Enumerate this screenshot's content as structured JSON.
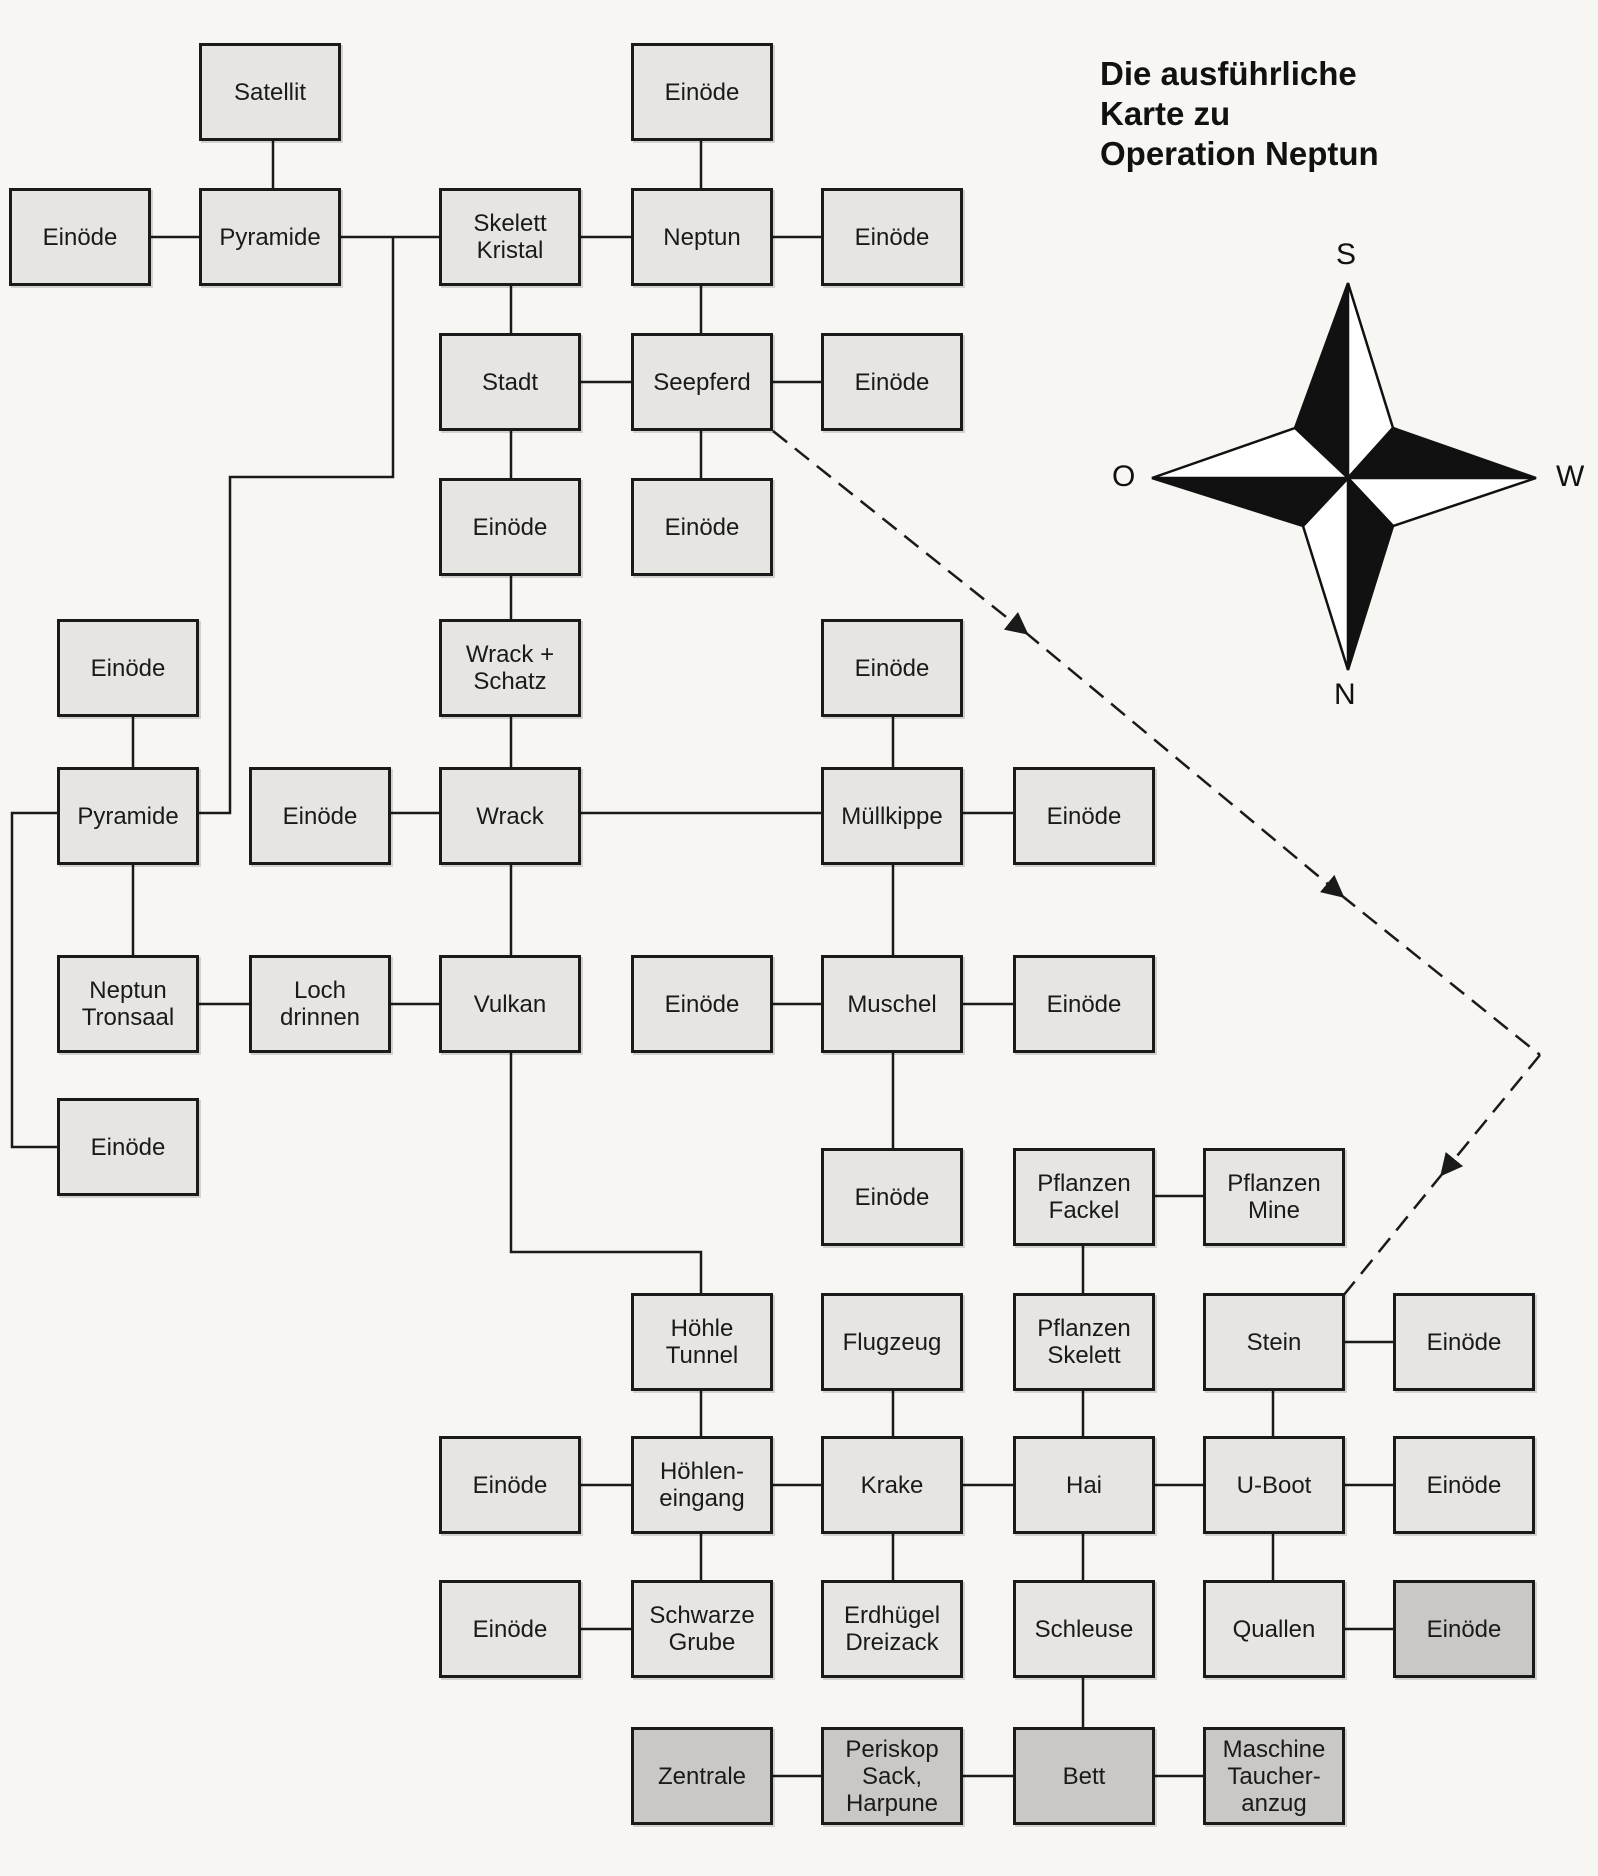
{
  "title": {
    "line1": "Die ausführliche",
    "line2": "Karte zu",
    "line3": "Operation Neptun"
  },
  "compass": {
    "top": "S",
    "left": "O",
    "right": "W",
    "bottom": "N"
  },
  "colors": {
    "line": "#1a1a1a",
    "box": "#e6e5e2",
    "box_dark": "#c9c8c5"
  },
  "rooms": {
    "satellit": "Satellit",
    "eino_top": "Einöde",
    "eino_left": "Einöde",
    "pyramide1": "Pyramide",
    "skelett_kristal": "Skelett\nKristal",
    "neptun": "Neptun",
    "eino_neptun_w": "Einöde",
    "stadt": "Stadt",
    "seepferd": "Seepferd",
    "eino_seepferd_w": "Einöde",
    "eino_stadt_s": "Einöde",
    "eino_seepferd_s": "Einöde",
    "wrack_schatz": "Wrack +\nSchatz",
    "eino_pyr2_top": "Einöde",
    "pyramide2": "Pyramide",
    "eino_wrack_o": "Einöde",
    "wrack": "Wrack",
    "eino_muell_top": "Einöde",
    "muellkippe": "Müllkippe",
    "eino_muell_w": "Einöde",
    "neptun_tronsaal": "Neptun\nTronsaal",
    "loch_drinnen": "Loch\ndrinnen",
    "vulkan": "Vulkan",
    "eino_muschel_o": "Einöde",
    "muschel": "Muschel",
    "eino_muschel_w": "Einöde",
    "eino_pyr2_s": "Einöde",
    "eino_muschel_s": "Einöde",
    "pflanzen_fackel": "Pflanzen\nFackel",
    "pflanzen_mine": "Pflanzen\nMine",
    "hoehle_tunnel": "Höhle\nTunnel",
    "flugzeug": "Flugzeug",
    "pflanzen_skelett": "Pflanzen\nSkelett",
    "stein": "Stein",
    "eino_stein_w": "Einöde",
    "eino_hoehlen_o": "Einöde",
    "hoehleneingang": "Höhlen-\neingang",
    "krake": "Krake",
    "hai": "Hai",
    "uboot": "U-Boot",
    "eino_uboot_w": "Einöde",
    "eino_grube_o": "Einöde",
    "schwarze_grube": "Schwarze\nGrube",
    "erdhuegel": "Erdhügel\nDreizack",
    "schleuse": "Schleuse",
    "quallen": "Quallen",
    "eino_quallen_w": "Einöde",
    "zentrale": "Zentrale",
    "periskop": "Periskop\nSack,\nHarpune",
    "bett": "Bett",
    "maschine": "Maschine\nTaucher-\nanzug"
  }
}
